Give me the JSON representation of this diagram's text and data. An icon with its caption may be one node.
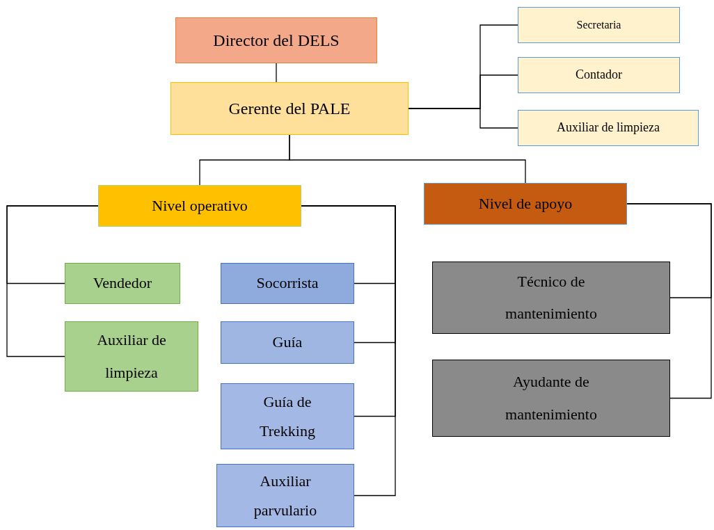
{
  "diagram": {
    "nodes": [
      {
        "text": [
          "Director del DELS"
        ]
      },
      {
        "text": [
          "Gerente del PALE"
        ]
      },
      {
        "text": [
          "Secretaria"
        ]
      },
      {
        "text": [
          "Contador"
        ]
      },
      {
        "text": [
          "Auxiliar de limpieza"
        ]
      },
      {
        "text": [
          "Nivel operativo"
        ]
      },
      {
        "text": [
          "Nivel de apoyo"
        ]
      },
      {
        "text": [
          "Vendedor"
        ]
      },
      {
        "text": [
          "Auxiliar de limpieza"
        ]
      },
      {
        "text": [
          "Socorrista"
        ]
      },
      {
        "text": [
          "Guía"
        ]
      },
      {
        "text": [
          "Guía de Trekking"
        ]
      },
      {
        "text": [
          "Auxiliar parvulario"
        ]
      },
      {
        "text": [
          "Técnico de mantenimiento"
        ]
      },
      {
        "text": [
          "Ayudante de mantenimiento"
        ]
      }
    ],
    "edges": [
      {
        "from": 0,
        "to": 1,
        "arrow": "none"
      },
      {
        "from": 1,
        "to": 2,
        "arrow": "none"
      },
      {
        "from": 1,
        "to": 3,
        "arrow": "none"
      },
      {
        "from": 1,
        "to": 4,
        "arrow": "none"
      },
      {
        "from": 1,
        "to": 5,
        "arrow": "none"
      },
      {
        "from": 1,
        "to": 6,
        "arrow": "none"
      },
      {
        "from": 5,
        "to": 7,
        "arrow": "none"
      },
      {
        "from": 5,
        "to": 8,
        "arrow": "none"
      },
      {
        "from": 5,
        "to": 9,
        "arrow": "none"
      },
      {
        "from": 5,
        "to": 10,
        "arrow": "none"
      },
      {
        "from": 5,
        "to": 11,
        "arrow": "none"
      },
      {
        "from": 5,
        "to": 12,
        "arrow": "none"
      },
      {
        "from": 6,
        "to": 13,
        "arrow": "none"
      },
      {
        "from": 6,
        "to": 14,
        "arrow": "none"
      }
    ]
  }
}
